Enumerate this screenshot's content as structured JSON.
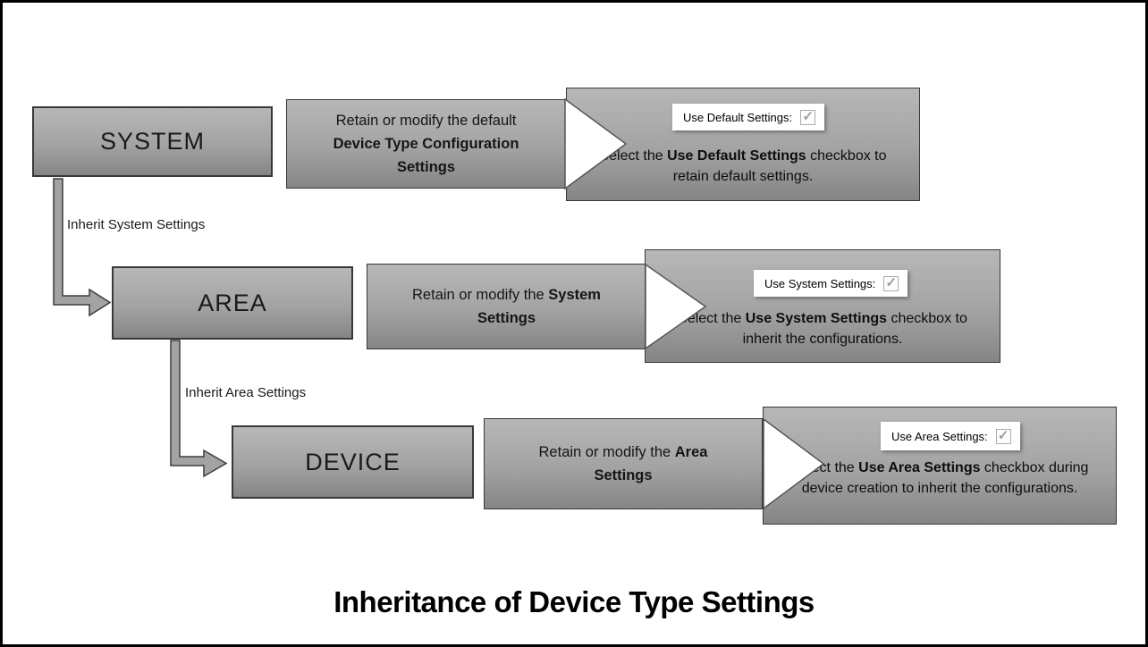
{
  "frame": {
    "title": "Inheritance of Device Type Settings"
  },
  "icons": {
    "check": "✓"
  },
  "colors": {
    "frame_border": "#000000",
    "box_gradient_top": "#b7b7b7",
    "box_gradient_bottom": "#858585",
    "box_border": "#383838",
    "arrow_fill": "#a3a3a3",
    "arrow_outline": "#3d3d3d",
    "chevron_fill": "#ffffff",
    "strip_background": "#ffffff",
    "checkbox_check": "#9c9c9c",
    "text": "#000000"
  },
  "rows": [
    {
      "node_label": "SYSTEM",
      "action": {
        "pre": "Retain or modify the default ",
        "bold": "Device Type Configuration Settings"
      },
      "checkbox": {
        "label": "Use Default Settings:",
        "checked": true
      },
      "result": {
        "pre": "Select the ",
        "bold": "Use Default Settings",
        "post": " checkbox to retain default settings."
      }
    },
    {
      "node_label": "AREA",
      "action": {
        "pre": "Retain or modify the ",
        "bold": "System Settings"
      },
      "checkbox": {
        "label": "Use System Settings:",
        "checked": true
      },
      "result": {
        "pre": "Select the ",
        "bold": "Use System Settings",
        "post": " checkbox to inherit the configurations."
      }
    },
    {
      "node_label": "DEVICE",
      "action": {
        "pre": "Retain or modify the ",
        "bold": "Area Settings"
      },
      "checkbox": {
        "label": "Use Area Settings:",
        "checked": true
      },
      "result": {
        "pre": "Select the ",
        "bold": "Use Area Settings",
        "post": " checkbox during device creation to inherit the configurations."
      }
    }
  ],
  "connectors": [
    {
      "label": "Inherit System Settings"
    },
    {
      "label": "Inherit Area Settings"
    }
  ]
}
